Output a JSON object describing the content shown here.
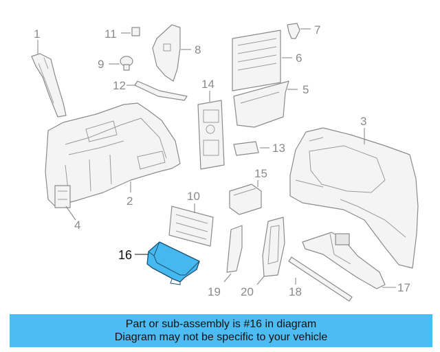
{
  "diagram": {
    "callouts": [
      "1",
      "2",
      "3",
      "4",
      "5",
      "6",
      "7",
      "8",
      "9",
      "10",
      "11",
      "12",
      "13",
      "14",
      "15",
      "16",
      "17",
      "18",
      "19",
      "20"
    ],
    "highlighted_part": "16",
    "colors": {
      "highlight": "#46b8f0",
      "banner": "#4dbcf2",
      "line": "#8a8a8a"
    }
  },
  "banner": {
    "line1": "Part or sub-assembly is #16 in diagram",
    "line2": "Diagram may not be specific to your vehicle"
  }
}
